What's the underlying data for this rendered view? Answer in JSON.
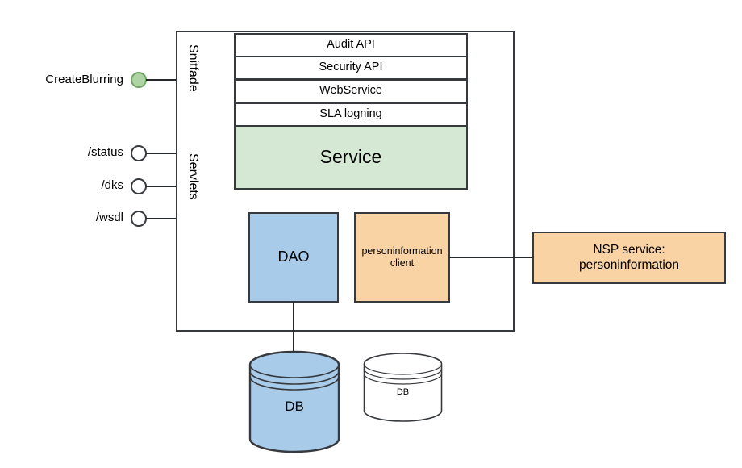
{
  "diagram": {
    "title": "Service architecture diagram",
    "colors": {
      "stroke": "#36393d",
      "service_green": "#d5e8d4",
      "port_green": "#acd5a2",
      "dao_blue": "#a8cbe9",
      "client_orange": "#fad3a5",
      "white": "#ffffff"
    }
  },
  "endpoints": [
    {
      "label": "CreateBlurring",
      "port": "filled-circle-port"
    },
    {
      "label": "/status",
      "port": "circle-port"
    },
    {
      "label": "/dks",
      "port": "circle-port"
    },
    {
      "label": "/wsdl",
      "port": "circle-port"
    }
  ],
  "container": {
    "lane_labels": [
      {
        "text": "Snitfade"
      },
      {
        "text": "Servlets"
      }
    ]
  },
  "api_stack": [
    {
      "label": "Audit API"
    },
    {
      "label": "Security API"
    },
    {
      "label": "WebService"
    },
    {
      "label": "SLA logning"
    }
  ],
  "service": {
    "label": "Service"
  },
  "components": {
    "dao": {
      "label": "DAO"
    },
    "client": {
      "line1": "personinformation",
      "line2": "client"
    }
  },
  "external": {
    "nsp": {
      "line1": "NSP service:",
      "line2": "personinformation"
    }
  },
  "databases": [
    {
      "label": "DB",
      "style": "filled"
    },
    {
      "label": "DB",
      "style": "outline"
    }
  ]
}
